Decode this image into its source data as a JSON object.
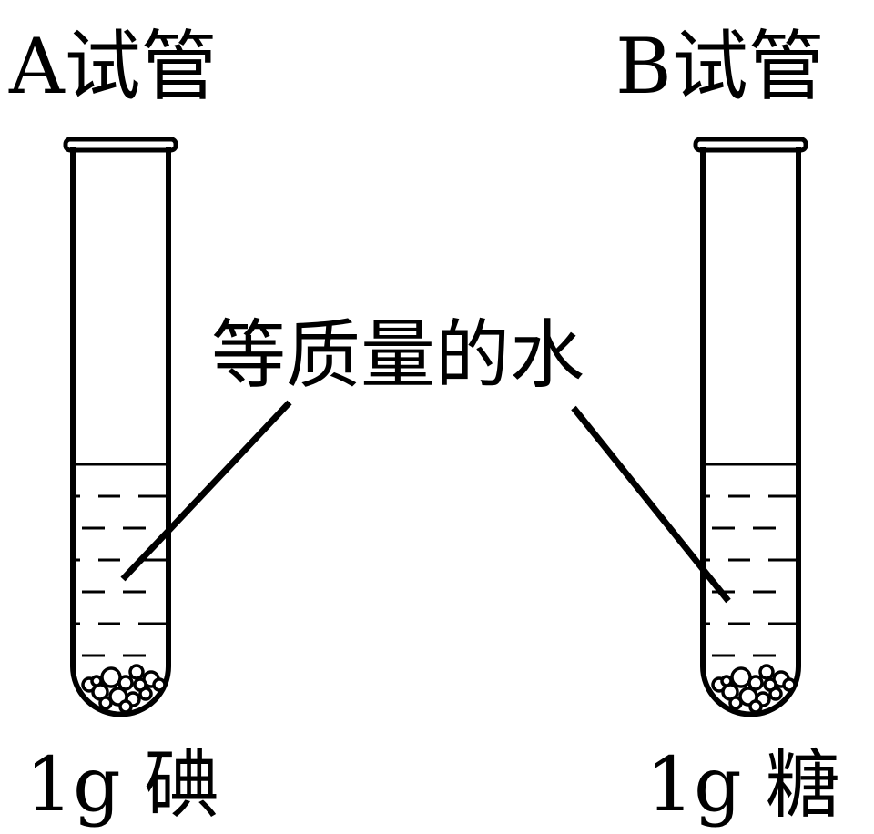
{
  "tube_a": {
    "label": "A试管",
    "substance": "1g 碘"
  },
  "tube_b": {
    "label": "B试管",
    "substance": "1g 糖"
  },
  "water_label": "等质量的水",
  "colors": {
    "ink": "#000000",
    "background": "#ffffff"
  }
}
